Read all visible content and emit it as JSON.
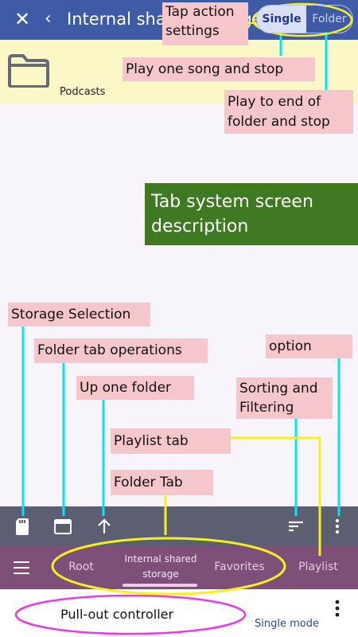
{
  "header": {
    "close_icon": "close-icon",
    "back_icon": "chevron-left-icon",
    "title": "Internal shared storage",
    "mode_single": "Single",
    "mode_folder": "Folder"
  },
  "folder_list": {
    "items": [
      {
        "name": "Podcasts",
        "icon": "folder-icon"
      }
    ]
  },
  "toolbar": {
    "icons": [
      "sd-card-icon",
      "folder-tab-icon",
      "arrow-up-icon",
      "sort-icon",
      "more-vertical-icon"
    ]
  },
  "tabs": [
    {
      "label": "Root"
    },
    {
      "label": "Internal shared storage",
      "active": true
    },
    {
      "label": "Favorites"
    },
    {
      "label": "Playlist"
    }
  ],
  "controller": {
    "mode_text": "Single mode",
    "more_icon": "more-vertical-icon"
  },
  "annotations": {
    "tap_action": "Tap action settings",
    "single_desc": "Play one song and stop",
    "folder_desc": "Play to end of folder and stop",
    "screen_desc": "Tab system screen description",
    "storage": "Storage Selection",
    "folder_tab_ops": "Folder tab operations",
    "up_one": "Up one folder",
    "option": "option",
    "sorting": "Sorting and Filtering",
    "playlist_tab": "Playlist tab",
    "folder_tab": "Folder Tab",
    "pull_out": "Pull-out controller"
  },
  "colors": {
    "header_bg": "#3f5ba6",
    "folder_row_bg": "#fbf7c6",
    "toolbar_bg": "#5c5f72",
    "tabbar_bg": "#7d4f79",
    "annotation_bg": "#f5c6ca",
    "description_bg": "#3f7a22",
    "cyan_line": "#00e5f5",
    "yellow_line": "#f6f01c",
    "magenta_line": "#e63ce6"
  }
}
